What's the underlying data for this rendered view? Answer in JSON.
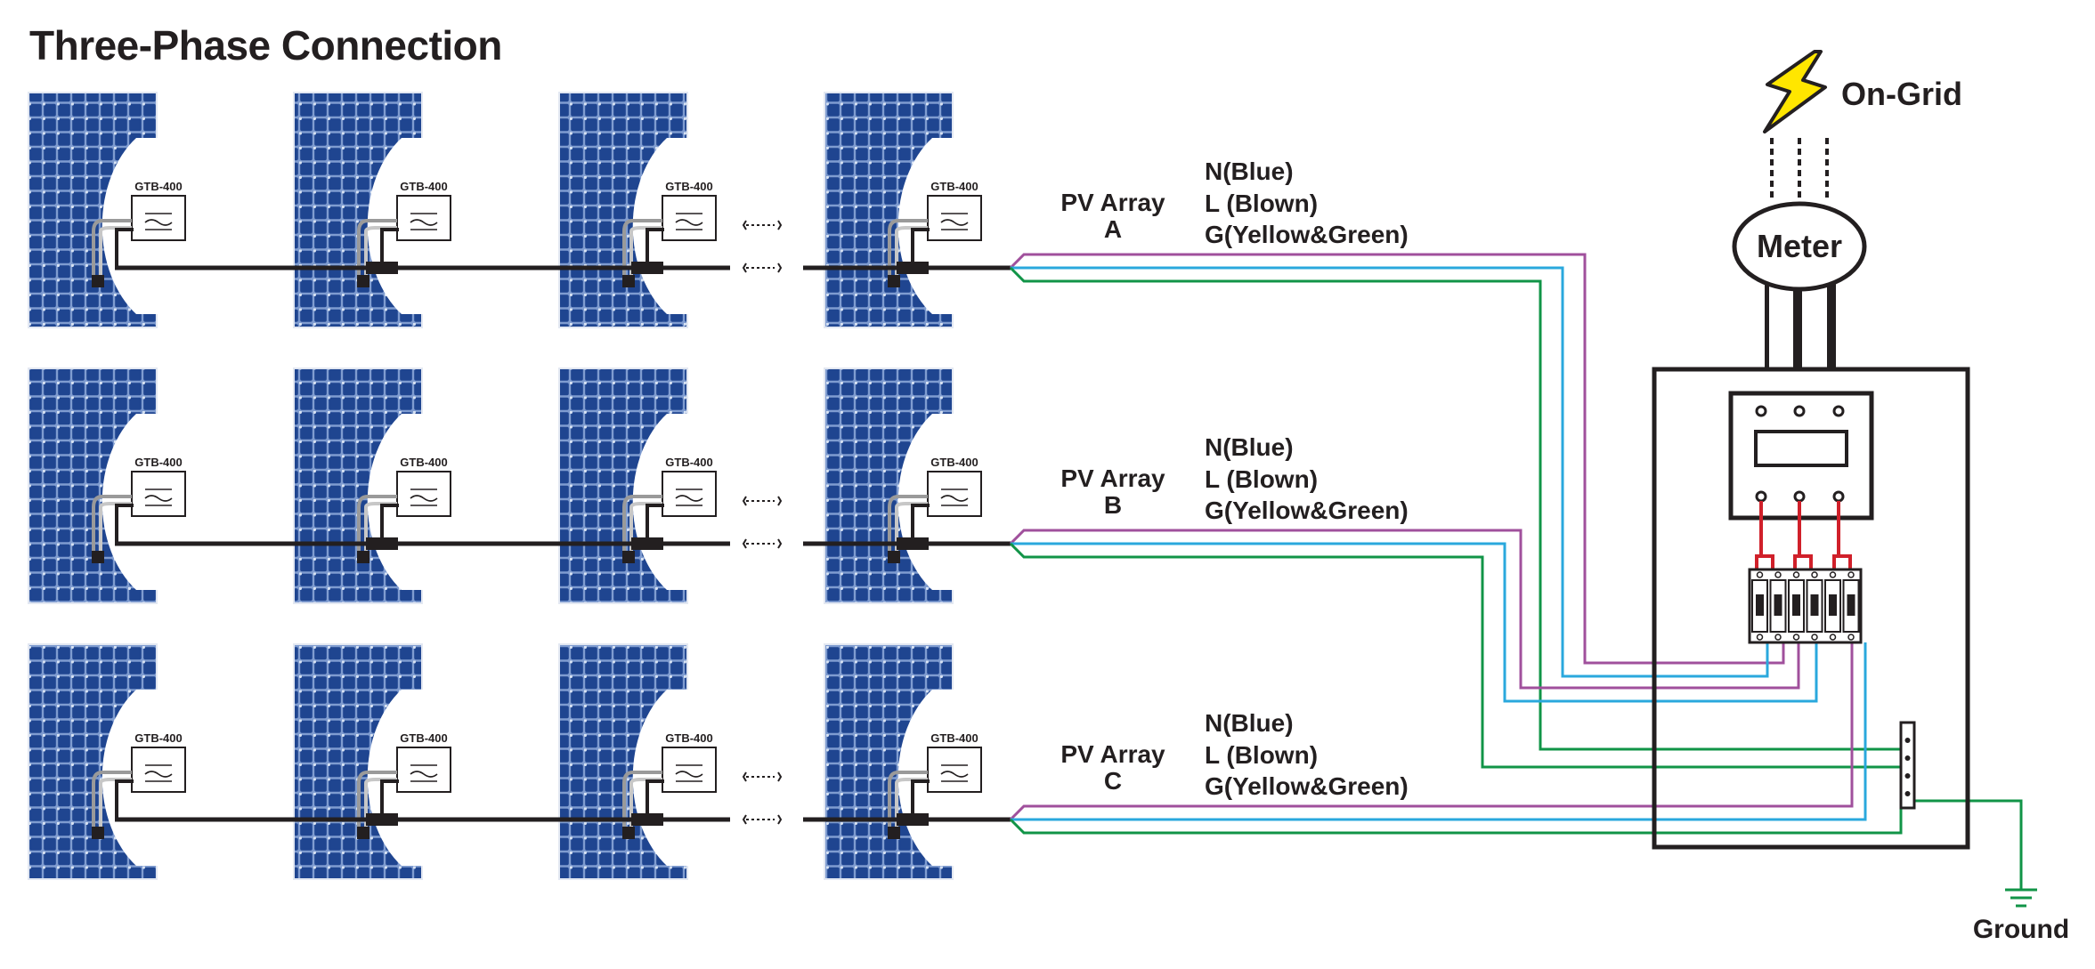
{
  "title": "Three-Phase Connection",
  "inverter_model": "GTB-400",
  "arrays": [
    {
      "name": "PV Array",
      "letter": "A"
    },
    {
      "name": "PV Array",
      "letter": "B"
    },
    {
      "name": "PV Array",
      "letter": "C"
    }
  ],
  "wire_legend": {
    "neutral": "N(Blue)",
    "live": "L (Blown)",
    "ground": "G(Yellow&Green)"
  },
  "grid_label": "On-Grid",
  "meter_label": "Meter",
  "ground_label": "Ground",
  "colors": {
    "panel": "#1f4590",
    "panel_cell_gap": "#7f9cd0",
    "cable": "#231f20",
    "wire_live": "#a0509c",
    "wire_neutral": "#2aa8dd",
    "wire_ground": "#119447",
    "breaker_feed": "#d0202a",
    "lightning": "#ffe600"
  }
}
